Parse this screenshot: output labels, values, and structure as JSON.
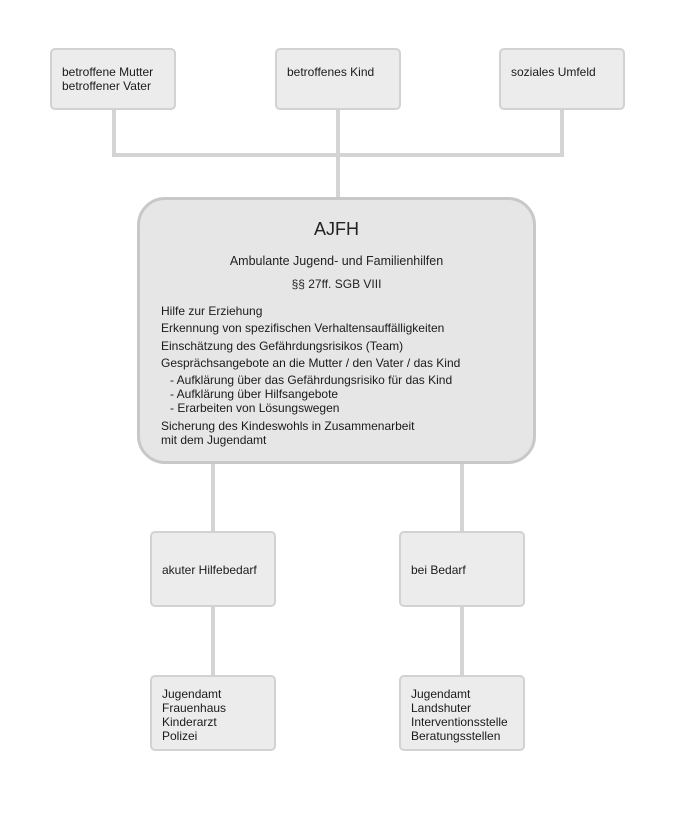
{
  "top_boxes": [
    {
      "lines": [
        "betroffene Mutter",
        "betroffener Vater"
      ]
    },
    {
      "lines": [
        "betroffenes Kind"
      ]
    },
    {
      "lines": [
        "soziales Umfeld"
      ]
    }
  ],
  "main": {
    "title": "AJFH",
    "subtitle": "Ambulante Jugend- und Familienhilfen",
    "law": "§§ 27ff. SGB VIII",
    "items": [
      "Hilfe zur Erziehung",
      "Erkennung von spezifischen Verhaltensauffälligkeiten",
      "Einschätzung des Gefährdungsrisikos (Team)",
      "Gesprächsangebote an die Mutter / den Vater / das Kind"
    ],
    "subitems": [
      "- Aufklärung über das Gefährdungsrisiko für das Kind",
      "- Aufklärung über Hilfsangebote",
      "- Erarbeiten von Lösungswegen"
    ],
    "closing": [
      "Sicherung des Kindeswohls in Zusammenarbeit",
      "mit dem Jugendamt"
    ]
  },
  "branches": [
    {
      "label": "akuter Hilfebedarf",
      "contacts": [
        "Jugendamt",
        "Frauenhaus",
        "Kinderarzt",
        "Polizei"
      ]
    },
    {
      "label": "bei Bedarf",
      "contacts": [
        "Jugendamt",
        "Landshuter",
        "Interventionsstelle",
        "Beratungsstellen"
      ]
    }
  ]
}
